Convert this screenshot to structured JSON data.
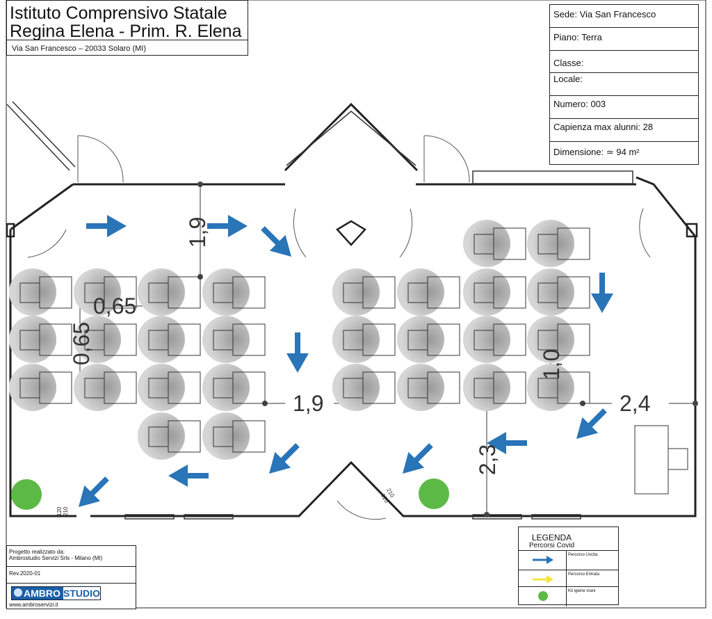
{
  "title": {
    "line1": "Istituto Comprensivo Statale",
    "line2": "Regina Elena - Prim. R. Elena",
    "address": "Via San Francesco – 20033 Solaro (MI)"
  },
  "info": {
    "sede": "Sede:  Via San Francesco",
    "piano": "Piano: Terra",
    "classe": "Classe:",
    "locale": "Locale:",
    "numero": "Numero: 003",
    "capienza": "Capienza max alunni: 28",
    "dimensione": "Dimensione: ≃ 94 m²"
  },
  "dimensions": {
    "d_19_top": "1,9",
    "d_065_h": "0,65",
    "d_065_v": "0,65",
    "d_19_mid": "1,9",
    "d_10": "1,0",
    "d_24": "2,4",
    "d_23": "2,3"
  },
  "door_labels": {
    "left_top": "120",
    "left_bottom": "210",
    "center_top": "120",
    "center_bottom": "210"
  },
  "legend": {
    "title": "LEGENDA",
    "subtitle": "Percorsi Covid",
    "exit": "Percorso Uscita",
    "entry": "Percorso Entrata",
    "kit": "Kit igiene mani"
  },
  "credits": {
    "line1": "Progetto realizzato da:",
    "line2": "Ambrostudio Servizi Srls - Milano (MI)",
    "rev": "Rev.2020-01",
    "logo_a": "AMBRO",
    "logo_b": "STUDIO",
    "web": "www.ambroservizi.it"
  },
  "colors": {
    "exit_arrow": "#2a74b8",
    "entry_arrow": "#f2e63a",
    "kit_dot": "#5cb946",
    "desk_circle": "#bdbdbd"
  },
  "icons": {
    "exit": "blue-arrow-icon",
    "entry": "yellow-arrow-icon",
    "kit": "green-dot-icon"
  }
}
